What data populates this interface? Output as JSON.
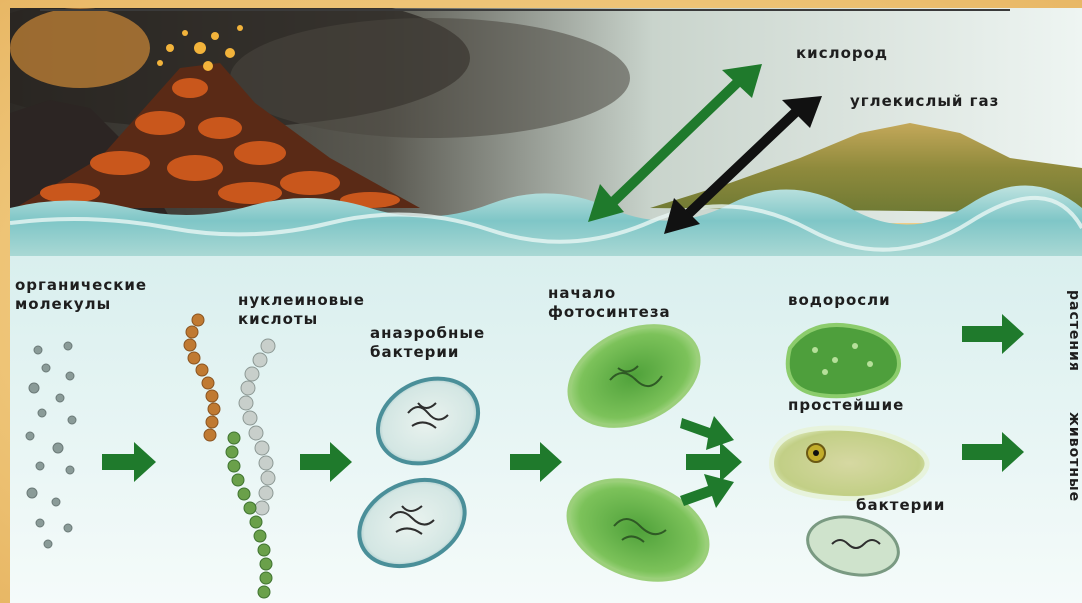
{
  "labels": {
    "oxygen": "кислород",
    "co2": "углекислый газ",
    "organic_molecules": "органические\nмолекулы",
    "nucleic_acids": "нуклеиновые\nкислоты",
    "anaerobic_bacteria": "анаэробные\nбактерии",
    "photosynthesis_start": "начало\nфотосинтеза",
    "algae": "водоросли",
    "protozoa": "простейшие",
    "bacteria": "бактерии",
    "plants": "растения",
    "animals": "животные"
  },
  "colors": {
    "arrow_green": "#1f7a2c",
    "arrow_dark": "#111111",
    "cell_green": "#6fb447",
    "sea": "#7fc6c7",
    "lava": "#c9571c"
  }
}
